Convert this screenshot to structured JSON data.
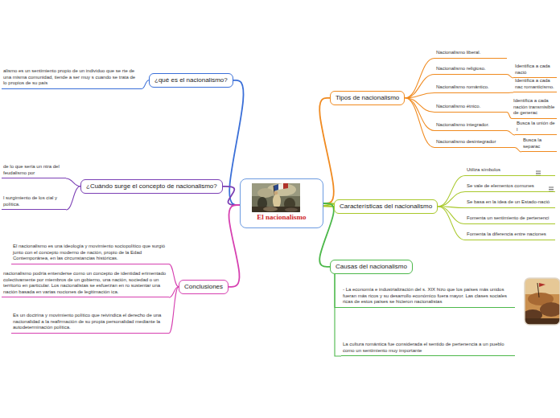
{
  "diagram": {
    "nodes": [
      {
        "text": [
          "El nacionalismo"
        ]
      },
      {
        "text": [
          "¿qué es el nacionalismo?"
        ]
      },
      {
        "text": [
          "alismo es un sentimiento propio de un individuo que se rte de una misma comunidad, tiende a ser muy s cuando se trata de lo propios de su país"
        ]
      },
      {
        "text": [
          "¿Cuándo surge el concepto de nacionalismo?"
        ]
      },
      {
        "text": [
          "de lo que sería un ntra del feudalismo por"
        ]
      },
      {
        "text": [
          "l surgimiento de los cial y política."
        ]
      },
      {
        "text": [
          "Conclusiones"
        ]
      },
      {
        "text": [
          "El nacionalismo es una ideología y movimiento sociopolítico que surgió junto con el concepto moderno de nación, propio de la Edad Contemporánea, en las circunstancias históricas."
        ]
      },
      {
        "text": [
          "nacionalismo podría entenderse como un concepto de identidad erimentado colectivamente por miembros de un gobierno, una nación, sociedad o un territorio en particular. Los nacionalistas se esfuerzan en ro sustentar una nación basada en varias nociones de legitimación ica."
        ]
      },
      {
        "text": [
          "Es un doctrina y movimiento político que reivindica el derecho de una nacionalidad a la reafirmación de su propia personalidad mediante la autodeterminación política."
        ]
      },
      {
        "text": [
          "Tipos de nacionalismo"
        ]
      },
      {
        "text": [
          "Nacionalismo liberal."
        ]
      },
      {
        "text": [
          "Nacionalismo religioso."
        ]
      },
      {
        "text": [
          "Identifica a cada nació"
        ]
      },
      {
        "text": [
          "Nacionalismo romántico."
        ]
      },
      {
        "text": [
          "Identifica a cada nac romanticismo."
        ]
      },
      {
        "text": [
          "Nacionalismo étnico."
        ]
      },
      {
        "text": [
          "Identifica a cada nación transmisible de generac"
        ]
      },
      {
        "text": [
          "Nacionalismo integrador."
        ]
      },
      {
        "text": [
          "Busca la unión de l"
        ]
      },
      {
        "text": [
          "Nacionalismo desintegrador"
        ]
      },
      {
        "text": [
          "Busca la separac"
        ]
      },
      {
        "text": [
          "Características del nacionalismo"
        ]
      },
      {
        "text": [
          "Utiliza símbolos"
        ]
      },
      {
        "text": [
          "Se vale de elementos comunes"
        ]
      },
      {
        "text": [
          "Se basa en la idea de un Estado-nació"
        ]
      },
      {
        "text": [
          "Fomenta un sentimiento de pertenenci"
        ]
      },
      {
        "text": [
          "Fomenta la diferencia entre naciones"
        ]
      },
      {
        "text": [
          "Causas del nacionalismo"
        ]
      },
      {
        "text": [
          "- La economía e industrialización del s. XIX hizo que los países más unidos fueran más ricos y su desarrollo económico fuera mayor. Las clases sociales ricas de estos países se hicieron nacionalistas"
        ]
      },
      {
        "text": [
          "La cultura romántica fue considerada el sentido de pertenencia a un pueblo como un sentimiento muy importante"
        ]
      }
    ],
    "edges": [
      {
        "from": 0,
        "to": 1,
        "arrow": "none"
      },
      {
        "from": 0,
        "to": 3,
        "arrow": "none"
      },
      {
        "from": 0,
        "to": 6,
        "arrow": "none"
      },
      {
        "from": 0,
        "to": 10,
        "arrow": "none"
      },
      {
        "from": 0,
        "to": 22,
        "arrow": "none"
      },
      {
        "from": 0,
        "to": 28,
        "arrow": "none"
      },
      {
        "from": 1,
        "to": 2,
        "arrow": "none"
      },
      {
        "from": 3,
        "to": 4,
        "arrow": "none"
      },
      {
        "from": 3,
        "to": 5,
        "arrow": "none"
      },
      {
        "from": 6,
        "to": 7,
        "arrow": "none"
      },
      {
        "from": 6,
        "to": 8,
        "arrow": "none"
      },
      {
        "from": 6,
        "to": 9,
        "arrow": "none"
      },
      {
        "from": 10,
        "to": 11,
        "arrow": "none"
      },
      {
        "from": 10,
        "to": 12,
        "arrow": "none"
      },
      {
        "from": 12,
        "to": 13,
        "arrow": "none"
      },
      {
        "from": 10,
        "to": 14,
        "arrow": "none"
      },
      {
        "from": 14,
        "to": 15,
        "arrow": "none"
      },
      {
        "from": 10,
        "to": 16,
        "arrow": "none"
      },
      {
        "from": 16,
        "to": 17,
        "arrow": "none"
      },
      {
        "from": 10,
        "to": 18,
        "arrow": "none"
      },
      {
        "from": 18,
        "to": 19,
        "arrow": "none"
      },
      {
        "from": 10,
        "to": 20,
        "arrow": "none"
      },
      {
        "from": 20,
        "to": 21,
        "arrow": "none"
      },
      {
        "from": 22,
        "to": 23,
        "arrow": "none"
      },
      {
        "from": 22,
        "to": 24,
        "arrow": "none"
      },
      {
        "from": 22,
        "to": 25,
        "arrow": "none"
      },
      {
        "from": 22,
        "to": 26,
        "arrow": "none"
      },
      {
        "from": 22,
        "to": 27,
        "arrow": "none"
      },
      {
        "from": 28,
        "to": 29,
        "arrow": "none"
      },
      {
        "from": 28,
        "to": 30,
        "arrow": "none"
      }
    ]
  }
}
